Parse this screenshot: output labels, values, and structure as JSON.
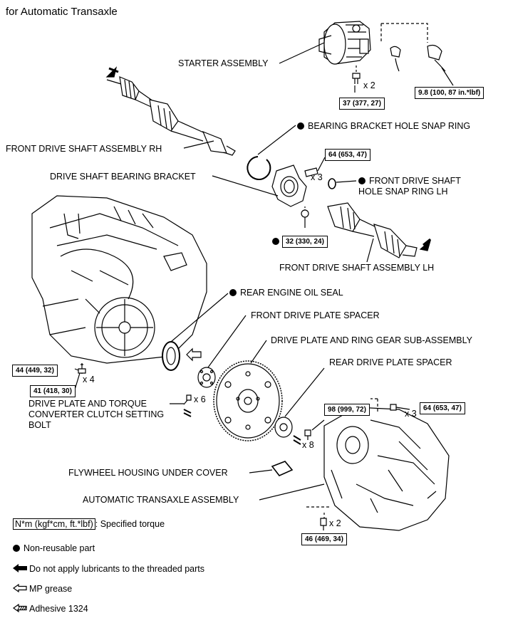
{
  "title": "for Automatic Transaxle",
  "labels": {
    "starter": "STARTER ASSEMBLY",
    "fds_rh": "FRONT DRIVE SHAFT ASSEMBLY RH",
    "bearing_snap": "BEARING BRACKET HOLE SNAP RING",
    "bearing_bracket": "DRIVE SHAFT BEARING BRACKET",
    "fds_hole_snap_lh": "FRONT DRIVE SHAFT HOLE SNAP RING LH",
    "fds_lh": "FRONT DRIVE SHAFT ASSEMBLY LH",
    "rear_oil_seal": "REAR ENGINE OIL SEAL",
    "front_spacer": "FRONT DRIVE PLATE SPACER",
    "drive_plate": "DRIVE PLATE AND RING GEAR SUB-ASSEMBLY",
    "rear_spacer": "REAR DRIVE PLATE SPACER",
    "setting_bolt": "DRIVE PLATE AND TORQUE CONVERTER CLUTCH SETTING BOLT",
    "flywheel_cover": "FLYWHEEL HOUSING UNDER COVER",
    "transaxle": "AUTOMATIC TRANSAXLE ASSEMBLY"
  },
  "torques": {
    "starter_bolt": "37 (377, 27)",
    "starter_terminal": "9.8 (100, 87 in.*lbf)",
    "bracket_bolt": "64 (653, 47)",
    "bracket_nut": "32 (330, 24)",
    "engine_bolt_a": "44 (449, 32)",
    "engine_bolt_b": "41 (418, 30)",
    "drive_plate_bolt": "98 (999, 72)",
    "transaxle_bolt_upper": "64 (653, 47)",
    "transaxle_bolt_lower": "46 (469, 34)"
  },
  "multipliers": {
    "starter": "x 2",
    "bracket": "x 3",
    "engine": "x 4",
    "setting_bolt": "x 6",
    "drive_plate": "x 8",
    "transaxle_upper": "x 3",
    "transaxle_lower": "x 2"
  },
  "legend": {
    "torque_unit": "N*m (kgf*cm, ft.*lbf)",
    "torque_desc": ": Specified torque",
    "non_reusable": "Non-reusable part",
    "no_lube": "Do not apply lubricants to the threaded parts",
    "mp_grease": "MP grease",
    "adhesive": "Adhesive 1324"
  }
}
